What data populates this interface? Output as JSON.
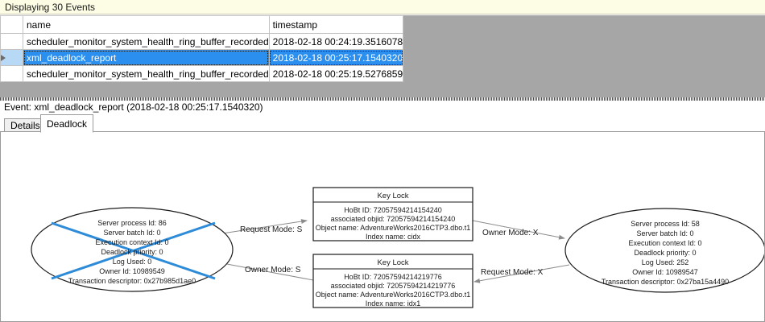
{
  "banner": {
    "text": "Displaying 30 Events"
  },
  "grid": {
    "columns": [
      "",
      "name",
      "timestamp"
    ],
    "rows": [
      {
        "selector": "",
        "name": "scheduler_monitor_system_health_ring_buffer_recorded",
        "timestamp": "2018-02-18 00:24:19.3516078",
        "selected": false
      },
      {
        "selector": "row-arrow-icon",
        "name": "xml_deadlock_report",
        "timestamp": "2018-02-18 00:25:17.1540320",
        "selected": true
      },
      {
        "selector": "",
        "name": "scheduler_monitor_system_health_ring_buffer_recorded",
        "timestamp": "2018-02-18 00:25:19.5276859",
        "selected": false
      }
    ]
  },
  "event_header": {
    "text": "Event: xml_deadlock_report (2018-02-18 00:25:17.1540320)"
  },
  "tabs": [
    {
      "label": "Details",
      "active": false
    },
    {
      "label": "Deadlock",
      "active": true
    }
  ],
  "colors": {
    "banner_bg": "#fdfce4",
    "selection_blue": "#2a8fef",
    "selector_blue": "#b8d9f6",
    "grid_background_gray": "#a6a6a6",
    "victim_cross_blue": "#2e8bd8",
    "node_stroke": "#1a1a1a",
    "edge_stroke": "#8c8c8c"
  },
  "deadlock_graph": {
    "victim_marker": "blue-cross",
    "processes": [
      {
        "id": "process-left",
        "is_victim": true,
        "lines": [
          "Server process Id: 86",
          "Server batch Id: 0",
          "Execution context Id: 0",
          "Deadlock priority: 0",
          "Log Used: 0",
          "Owner Id: 10989549",
          "Transaction descriptor: 0x27b985d1ae0"
        ]
      },
      {
        "id": "process-right",
        "is_victim": false,
        "lines": [
          "Server process Id: 58",
          "Server batch Id: 0",
          "Execution context Id: 0",
          "Deadlock priority: 0",
          "Log Used: 252",
          "Owner Id: 10989547",
          "Transaction descriptor: 0x27ba15a4490"
        ]
      }
    ],
    "resources": [
      {
        "id": "keylock-top",
        "title": "Key Lock",
        "lines": [
          "HoBt ID: 72057594214154240",
          "associated objid: 72057594214154240",
          "Object name: AdventureWorks2016CTP3.dbo.t1",
          "Index name: cidx"
        ]
      },
      {
        "id": "keylock-bottom",
        "title": "Key Lock",
        "lines": [
          "HoBt ID: 72057594214219776",
          "associated objid: 72057594214219776",
          "Object name: AdventureWorks2016CTP3.dbo.t1",
          "Index name: idx1"
        ]
      }
    ],
    "edges": [
      {
        "id": "edge-left-request",
        "label": "Request Mode: S",
        "from": "process-left",
        "to": "keylock-top"
      },
      {
        "id": "edge-left-owner",
        "label": "Owner Mode: S",
        "from": "keylock-bottom",
        "to": "process-left"
      },
      {
        "id": "edge-right-owner",
        "label": "Owner Mode: X",
        "from": "keylock-top",
        "to": "process-right"
      },
      {
        "id": "edge-right-request",
        "label": "Request Mode: X",
        "from": "process-right",
        "to": "keylock-bottom"
      }
    ]
  }
}
